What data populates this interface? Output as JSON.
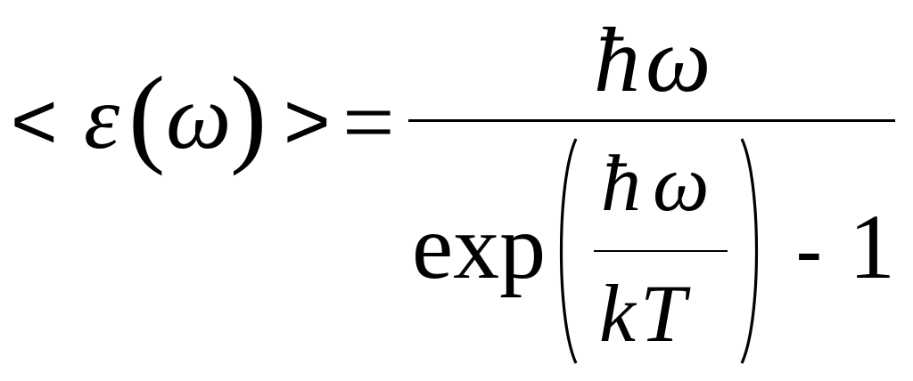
{
  "formula": {
    "lhs": {
      "open_angle": "<",
      "epsilon": "ε",
      "open_paren": "(",
      "omega": "ω",
      "close_paren": ")",
      "close_angle": ">"
    },
    "equals": "=",
    "numerator": {
      "hbar": "ħ",
      "omega": "ω"
    },
    "denominator": {
      "func": "exp",
      "inner_numerator": {
        "hbar": "ħ",
        "omega": "ω"
      },
      "inner_denominator": {
        "k": "k",
        "T": "T"
      },
      "minus": "-",
      "one": "1"
    }
  }
}
